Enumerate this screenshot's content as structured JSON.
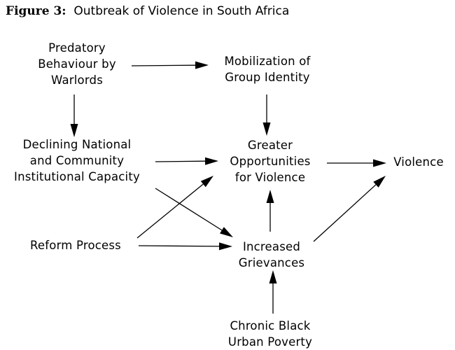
{
  "title": {
    "label": "Figure 3",
    "separator": ":",
    "text": "Outbreak of Violence in South Africa"
  },
  "nodes": {
    "predatory": [
      "Predatory",
      "Behaviour by",
      "Warlords"
    ],
    "mobilization": [
      "Mobilization of",
      "Group Identity"
    ],
    "declining": [
      "Declining National",
      "and Community",
      "Institutional Capacity"
    ],
    "greater": [
      "Greater",
      "Opportunities",
      "for Violence"
    ],
    "violence": [
      "Violence"
    ],
    "reform": [
      "Reform Process"
    ],
    "increased": [
      "Increased",
      "Grievances"
    ],
    "chronic": [
      "Chronic Black",
      "Urban Poverty"
    ]
  },
  "edges": [
    {
      "from": "predatory",
      "to": "mobilization"
    },
    {
      "from": "predatory",
      "to": "declining"
    },
    {
      "from": "mobilization",
      "to": "greater"
    },
    {
      "from": "declining",
      "to": "greater"
    },
    {
      "from": "declining",
      "to": "increased"
    },
    {
      "from": "greater",
      "to": "violence"
    },
    {
      "from": "reform",
      "to": "greater"
    },
    {
      "from": "reform",
      "to": "increased"
    },
    {
      "from": "increased",
      "to": "greater"
    },
    {
      "from": "increased",
      "to": "violence"
    },
    {
      "from": "chronic",
      "to": "increased"
    }
  ]
}
